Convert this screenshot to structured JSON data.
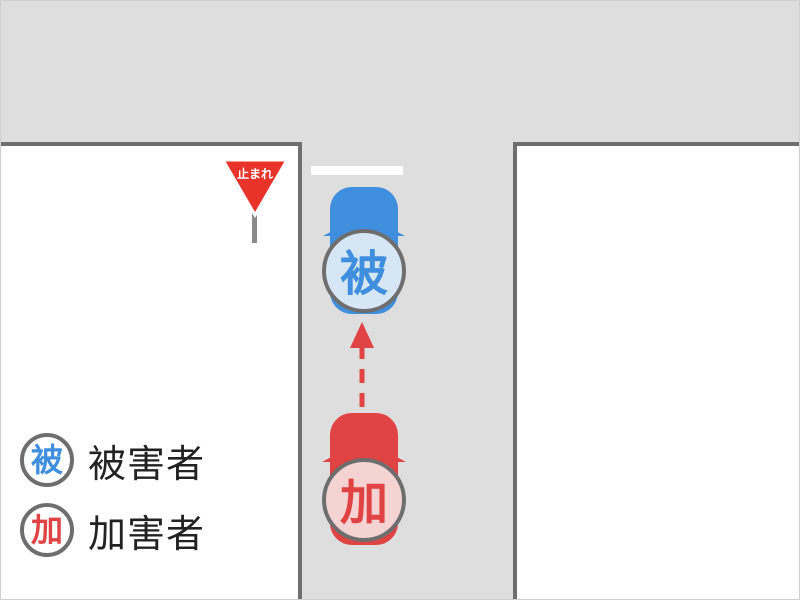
{
  "scene": {
    "stop_sign_text": "止まれ",
    "colors": {
      "road": "#dedede",
      "curb": "#6e6e6e",
      "stop_sign": "#e8332a",
      "victim": "#3f8fde",
      "offender": "#e04343"
    }
  },
  "cars": {
    "victim_char": "被",
    "offender_char": "加"
  },
  "legend": {
    "victim": {
      "badge": "被",
      "label": "被害者"
    },
    "offender": {
      "badge": "加",
      "label": "加害者"
    }
  },
  "arrow": {
    "direction": "up",
    "style": "dashed"
  }
}
